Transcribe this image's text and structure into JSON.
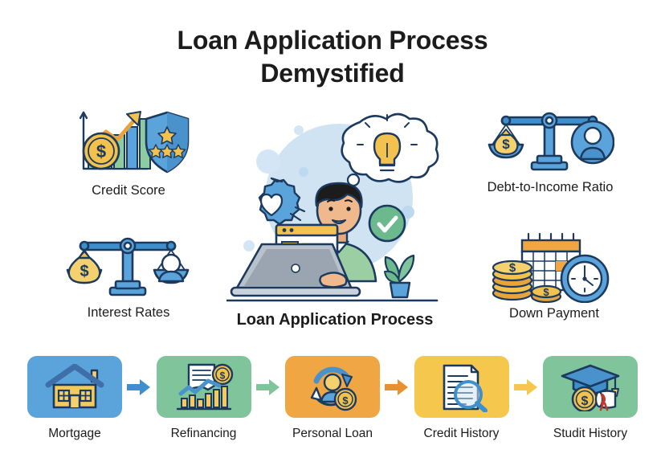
{
  "title": {
    "line1": "Loan Application Process",
    "line2": "Demystified"
  },
  "features": [
    {
      "id": "credit-score",
      "label": "Credit Score",
      "icon": "growth-chart-coin-shield-icon"
    },
    {
      "id": "interest-rates",
      "label": "Interest Rates",
      "icon": "balance-scale-moneybag-person-icon"
    },
    {
      "id": "debt-to-income",
      "label": "Debt-to-Income Ratio",
      "icon": "balance-scale-moneybag-person-icon"
    },
    {
      "id": "down-payment",
      "label": "Down Payment",
      "icon": "calendar-coins-clock-icon"
    }
  ],
  "center": {
    "caption": "Loan Application Process",
    "icon": "person-at-laptop-illustration"
  },
  "flow": {
    "steps": [
      {
        "id": "mortgage",
        "label": "Mortgage",
        "card_color": "#5BA3DB",
        "icon": "house-icon"
      },
      {
        "id": "refinancing",
        "label": "Refinancing",
        "card_color": "#7FC49B",
        "icon": "document-chart-coin-icon"
      },
      {
        "id": "personal-loan",
        "label": "Personal Loan",
        "card_color": "#F0A643",
        "icon": "refresh-person-coin-icon"
      },
      {
        "id": "credit-history",
        "label": "Credit History",
        "card_color": "#F5C74D",
        "icon": "document-magnifier-icon"
      },
      {
        "id": "studit-history",
        "label": "Studit History",
        "card_color": "#7FC49B",
        "icon": "graduation-cap-coin-diploma-icon"
      }
    ],
    "arrows": [
      {
        "id": "arrow-1",
        "color": "#3E8FCC"
      },
      {
        "id": "arrow-2",
        "color": "#7FC49B"
      },
      {
        "id": "arrow-3",
        "color": "#E8912E"
      },
      {
        "id": "arrow-4",
        "color": "#F5C74D"
      }
    ]
  },
  "palette": {
    "ink": "#1c3a5e",
    "dark_ink": "#1c1c1c",
    "blue": "#5BA3DB",
    "deep_blue": "#3E8FCC",
    "green": "#7FC49B",
    "orange": "#F0A643",
    "yellow": "#F5C74D",
    "gold": "#F2C14E",
    "background": "#ffffff"
  }
}
